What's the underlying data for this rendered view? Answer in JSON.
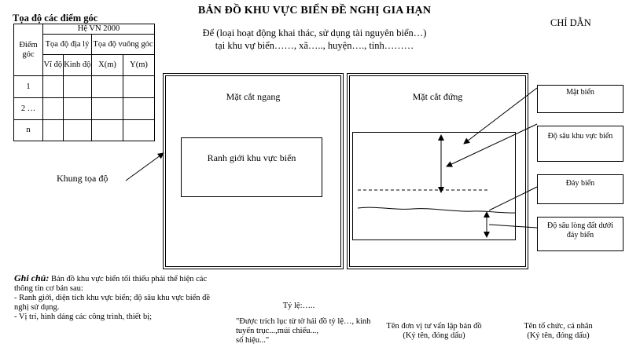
{
  "title": "BẢN ĐỒ KHU VỰC BIỂN ĐỀ NGHỊ GIA HẠN",
  "subtitle": {
    "line1": "Để (loại hoạt động khai thác, sử dụng tài nguyên biển…)",
    "line2": "tại khu vự biển……, xã….., huyện…., tỉnh………"
  },
  "legend_title": "CHỈ DẪN",
  "coord_table": {
    "title": "Tọa độ các điểm góc",
    "corner_header": "Điểm góc",
    "system": "Hệ VN 2000",
    "geo": "Tọa độ địa lý",
    "grid": "Tọa độ vuông góc",
    "lat": "Vĩ độ",
    "lon": "Kinh độ",
    "x": "X(m)",
    "y": "Y(m)",
    "rows": [
      "1",
      "2 …",
      "n"
    ]
  },
  "frame_label": "Khung tọa độ",
  "cross_section": {
    "title": "Mặt cắt ngang",
    "boundary": "Ranh giới khu vực biển"
  },
  "vertical_section": {
    "title": "Mặt cắt đứng"
  },
  "legend_items": {
    "sea_surface": "Mặt biển",
    "sea_depth": "Độ sâu khu vực biển",
    "seabed": "Đáy biển",
    "subsoil_depth": "Độ sâu lòng đất dưới đáy biển"
  },
  "note": {
    "heading": "Ghi chú:",
    "intro": "Bản đồ khu vực biển tối thiểu phải thể hiện các thông tin cơ bản sau:",
    "item1": "-  Ranh giới, diện tích khu vực biển; độ sâu khu vực biển đề nghị sử dụng.",
    "item2": "- Vị trí, hình dáng các công trình, thiết bị;"
  },
  "scale": "Tỷ lệ:…..",
  "extract": "\"Được trích lục từ tờ hải đồ tỷ lệ…, kinh tuyến trục...,múi chiếu...,\nsố hiệu...\"",
  "consultant": {
    "line1": "Tên đơn vị tư vấn lập bản đồ",
    "line2": "(Ký tên, đóng dấu)"
  },
  "applicant": {
    "line1": "Tên tổ chức, cá nhân",
    "line2": "(Ký tên, đóng dấu)"
  }
}
